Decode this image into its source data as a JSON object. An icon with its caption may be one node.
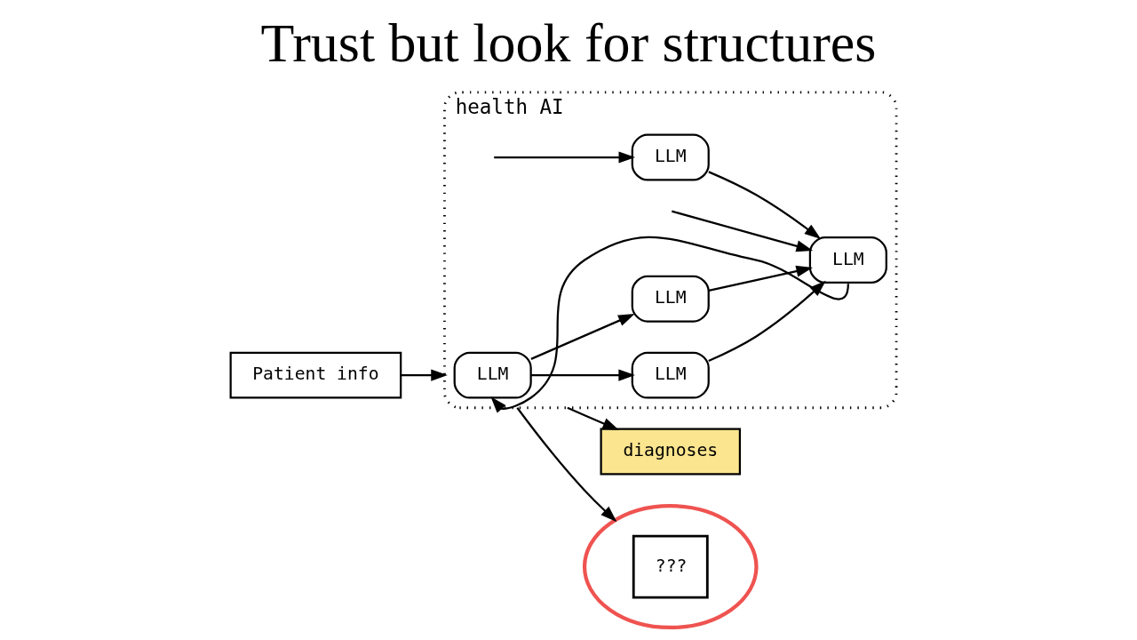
{
  "diagram": {
    "title": "Trust but look for structures",
    "nodes": [
      {
        "text": [
          "Patient info"
        ]
      },
      {
        "text": [
          "health AI"
        ]
      },
      {
        "text": [
          "LLM"
        ],
        "in": 1
      },
      {
        "text": [
          "LLM"
        ],
        "in": 1
      },
      {
        "text": [
          "LLM"
        ],
        "in": 1
      },
      {
        "text": [
          "LLM"
        ],
        "in": 1
      },
      {
        "text": [
          "LLM"
        ],
        "in": 1
      },
      {
        "text": [
          "diagnoses"
        ]
      },
      {
        "text": [
          "???"
        ]
      }
    ],
    "edges": [
      {
        "from": 0,
        "to": 1,
        "arrow": "to"
      },
      {
        "from": null,
        "to": 3,
        "arrow": "to"
      },
      {
        "from": 2,
        "to": 4,
        "arrow": "to"
      },
      {
        "from": 2,
        "to": 5,
        "arrow": "to"
      },
      {
        "from": 3,
        "to": 6,
        "arrow": "to"
      },
      {
        "from": 4,
        "to": 6,
        "arrow": "to"
      },
      {
        "from": 5,
        "to": 6,
        "arrow": "to"
      },
      {
        "from": null,
        "to": 6,
        "arrow": "to"
      },
      {
        "from": 6,
        "to": 2,
        "arrow": "to"
      },
      {
        "from": 1,
        "to": 7,
        "arrow": "to"
      },
      {
        "from": 1,
        "to": 8,
        "arrow": "to"
      }
    ]
  }
}
